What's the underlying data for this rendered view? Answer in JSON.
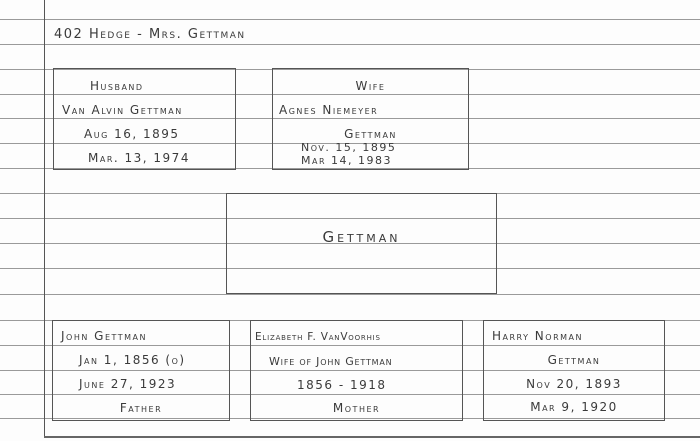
{
  "header": "402 Hedge - Mrs. Gettman",
  "husband": {
    "label": "Husband",
    "name": "Van Alvin Gettman",
    "born": "Aug 16, 1895",
    "died": "Mar. 13, 1974"
  },
  "wife": {
    "label": "Wife",
    "name1": "Agnes Niemeyer",
    "name2": "Gettman",
    "born": "Nov. 15, 1895",
    "died": "Mar 14, 1983"
  },
  "family": {
    "surname": "Gettman"
  },
  "father": {
    "name": "John Gettman",
    "born": "Jan 1, 1856 (o)",
    "died": "June 27, 1923",
    "label": "Father"
  },
  "mother": {
    "name": "Elizabeth F. VanVoorhis",
    "note": "Wife of John Gettman",
    "years": "1856 - 1918",
    "label": "Mother"
  },
  "harry": {
    "name1": "Harry Norman",
    "name2": "Gettman",
    "born": "Nov 20, 1893",
    "died": "Mar 9, 1920"
  }
}
